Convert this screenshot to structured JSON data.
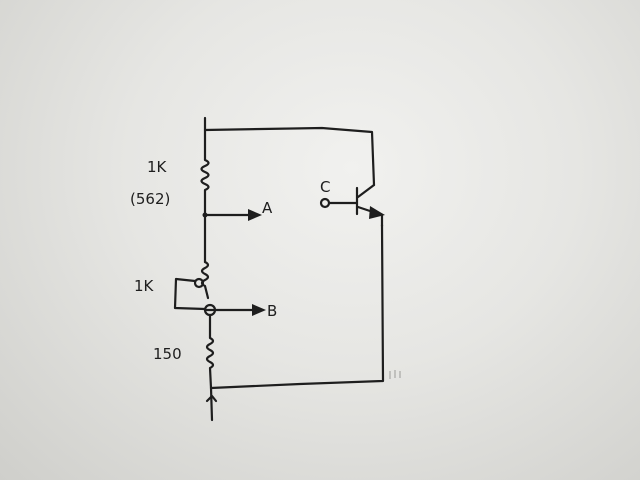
{
  "labels": {
    "r_top": "1K",
    "r_top_alt": "(562)",
    "pot": "1K",
    "r_bottom": "150",
    "out_a": "A",
    "out_b": "B",
    "in_c": "C"
  },
  "colors": {
    "ink": "#1e1e1e",
    "paper": "#ececea"
  }
}
